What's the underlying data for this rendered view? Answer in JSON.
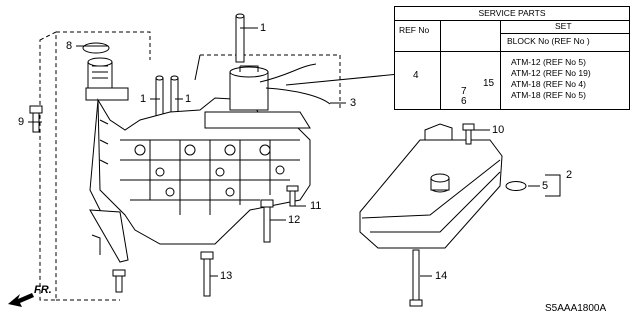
{
  "service_parts": {
    "title": "SERVICE PARTS",
    "col_ref": "REF No",
    "col_set": "SET",
    "col_block": "BLOCK No (REF No )",
    "ref_value": "4",
    "sub_callouts": [
      "15",
      "7",
      "6"
    ],
    "set_items": [
      "ATM-12 (REF No  5)",
      "ATM-12 (REF No 19)",
      "ATM-18 (REF No  4)",
      "ATM-18 (REF No  5)"
    ]
  },
  "callouts": {
    "c1a": "1",
    "c1b": "1",
    "c1c": "1",
    "c2": "2",
    "c3": "3",
    "c5": "5",
    "c8": "8",
    "c9": "9",
    "c10": "10",
    "c11": "11",
    "c12": "12",
    "c13": "13",
    "c14": "14"
  },
  "direction_label": "FR.",
  "diagram_code": "S5AAA1800A"
}
